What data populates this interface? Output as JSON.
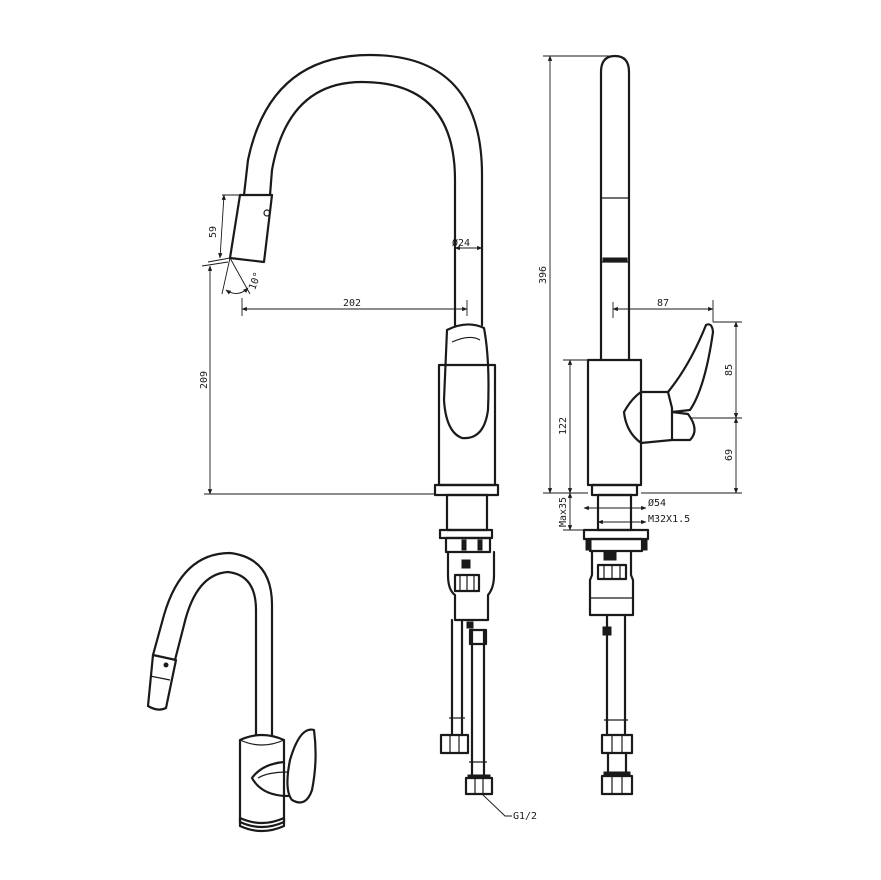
{
  "colors": {
    "line": "#1a1a1a",
    "background": "#ffffff"
  },
  "dimensions": {
    "spray_head_length": "59",
    "spray_angle": "10°",
    "spout_diameter": "Ø24",
    "spout_reach": "202",
    "spout_height": "209",
    "total_height": "396",
    "handle_reach": "87",
    "body_height": "122",
    "handle_height": "85",
    "handle_base_height": "69",
    "max_mount_thickness": "Max35",
    "base_diameter": "Ø54",
    "mount_thread": "M32X1.5",
    "hose_thread": "G1/2"
  }
}
